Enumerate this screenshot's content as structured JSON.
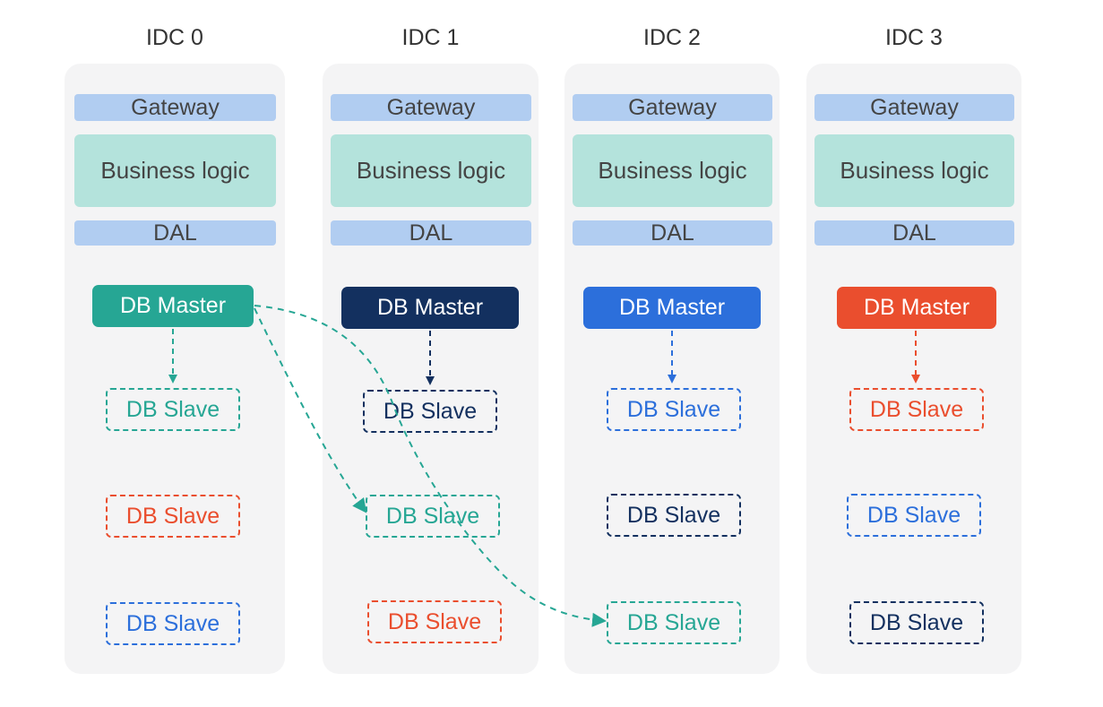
{
  "colors": {
    "teal": "#26a694",
    "navy": "#13305f",
    "blue": "#2c6fdb",
    "red": "#ea4e2e",
    "layer_blue": "#b1cdf1",
    "layer_green": "#b4e3dc",
    "column_bg": "#f4f4f5"
  },
  "idcs": [
    {
      "title": "IDC 0",
      "gateway": "Gateway",
      "business": "Business logic",
      "dal": "DAL",
      "master": {
        "label": "DB Master",
        "color": "teal"
      },
      "slaves": [
        {
          "label": "DB Slave",
          "color": "teal"
        },
        {
          "label": "DB Slave",
          "color": "red"
        },
        {
          "label": "DB Slave",
          "color": "blue"
        }
      ]
    },
    {
      "title": "IDC 1",
      "gateway": "Gateway",
      "business": "Business logic",
      "dal": "DAL",
      "master": {
        "label": "DB Master",
        "color": "navy"
      },
      "slaves": [
        {
          "label": "DB Slave",
          "color": "navy"
        },
        {
          "label": "DB Slave",
          "color": "teal"
        },
        {
          "label": "DB Slave",
          "color": "red"
        }
      ]
    },
    {
      "title": "IDC 2",
      "gateway": "Gateway",
      "business": "Business logic",
      "dal": "DAL",
      "master": {
        "label": "DB Master",
        "color": "blue"
      },
      "slaves": [
        {
          "label": "DB Slave",
          "color": "blue"
        },
        {
          "label": "DB Slave",
          "color": "navy"
        },
        {
          "label": "DB Slave",
          "color": "teal"
        }
      ]
    },
    {
      "title": "IDC 3",
      "gateway": "Gateway",
      "business": "Business logic",
      "dal": "DAL",
      "master": {
        "label": "DB Master",
        "color": "red"
      },
      "slaves": [
        {
          "label": "DB Slave",
          "color": "red"
        },
        {
          "label": "DB Slave",
          "color": "blue"
        },
        {
          "label": "DB Slave",
          "color": "navy"
        }
      ]
    }
  ]
}
